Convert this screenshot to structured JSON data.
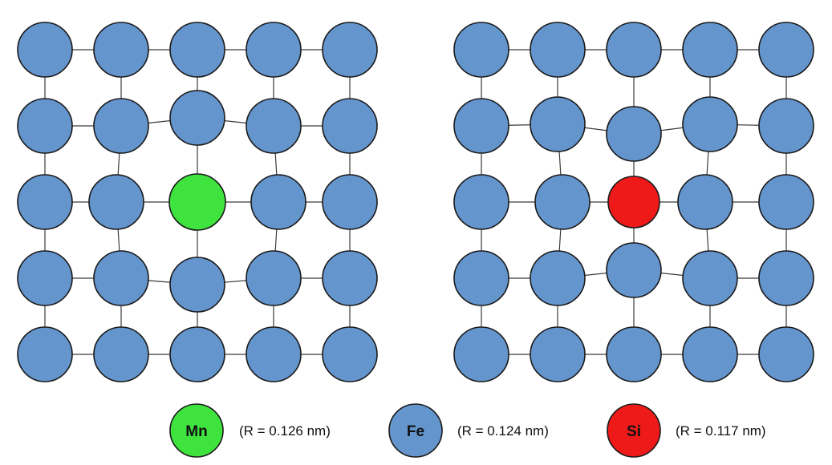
{
  "colors": {
    "fe": "#6495cd",
    "mn": "#3ee33e",
    "si": "#ee1a1a",
    "stroke": "#1a1a1a",
    "bond": "#3a3a3a"
  },
  "lattices": [
    {
      "id": "mn-lattice",
      "rows": 5,
      "cols": 5,
      "host": "Fe",
      "solute": "Mn",
      "solute_position": [
        2,
        2
      ],
      "distortion": "expansion"
    },
    {
      "id": "si-lattice",
      "rows": 5,
      "cols": 5,
      "host": "Fe",
      "solute": "Si",
      "solute_position": [
        2,
        2
      ],
      "distortion": "contraction"
    }
  ],
  "legend": [
    {
      "symbol": "Mn",
      "radius_text": "(R = 0.126 nm)",
      "color_key": "mn"
    },
    {
      "symbol": "Fe",
      "radius_text": "(R = 0.124 nm)",
      "color_key": "fe"
    },
    {
      "symbol": "Si",
      "radius_text": "(R = 0.117 nm)",
      "color_key": "si"
    }
  ]
}
